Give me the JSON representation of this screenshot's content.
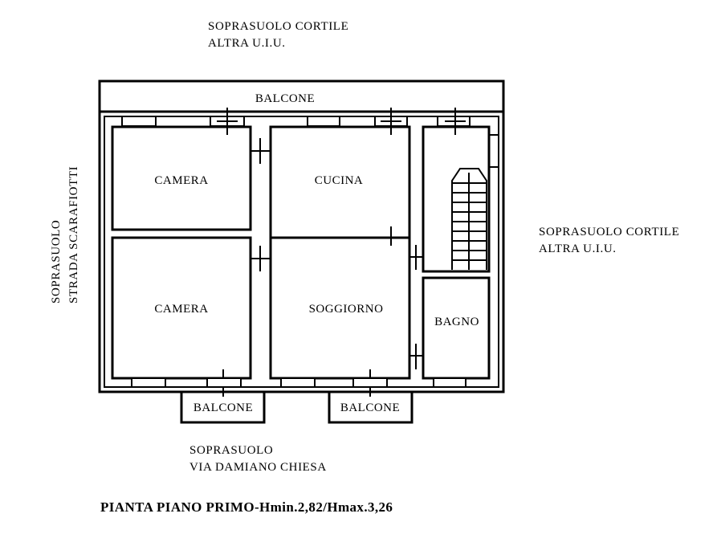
{
  "notes": {
    "top_line1": "SOPRASUOLO CORTILE",
    "top_line2": "ALTRA U.I.U.",
    "right_line1": "SOPRASUOLO CORTILE",
    "right_line2": "ALTRA U.I.U.",
    "left_line1": "SOPRASUOLO",
    "left_line2": "STRADA SCARAFIOTTI",
    "bottom_line1": "SOPRASUOLO",
    "bottom_line2": "VIA DAMIANO CHIESA"
  },
  "rooms": {
    "balcone_top": "BALCONE",
    "camera_1": "CAMERA",
    "cucina": "CUCINA",
    "camera_2": "CAMERA",
    "soggiorno": "SOGGIORNO",
    "bagno": "BAGNO",
    "balcone_bottom_left": "BALCONE",
    "balcone_bottom_right": "BALCONE"
  },
  "caption": "PIANTA PIANO PRIMO-Hmin.2,82/Hmax.3,26"
}
